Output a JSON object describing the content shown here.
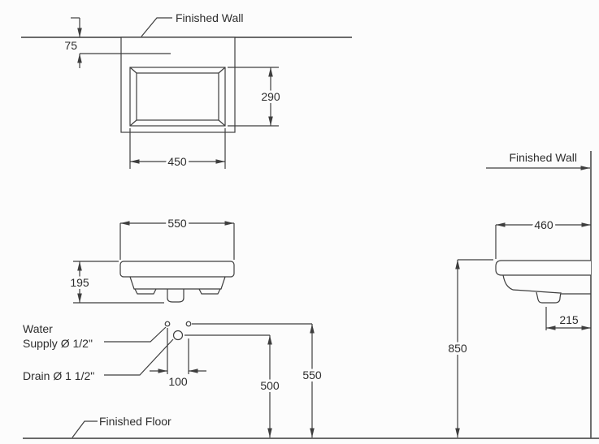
{
  "drawing": {
    "title_hint": "Lavatory installation dimension drawing",
    "labels": {
      "finished_wall_top": "Finished Wall",
      "finished_wall_right": "Finished Wall",
      "finished_floor": "Finished Floor",
      "water_supply_line1": "Water",
      "water_supply_line2": "Supply Ø 1/2\"",
      "drain": "Drain Ø 1 1/2\""
    },
    "dimensions": {
      "wall_offset": "75",
      "cutout_depth": "290",
      "cutout_width": "450",
      "basin_width": "550",
      "basin_front_height": "195",
      "supply_spacing": "100",
      "drain_height": "500",
      "supply_height": "550",
      "basin_depth": "460",
      "drain_wall_distance": "215",
      "rim_height": "850"
    },
    "colors": {
      "line": "#3e3e3e",
      "heavy_line": "#555555",
      "text": "#2d2d2d",
      "background": "#fcfcfc"
    }
  }
}
